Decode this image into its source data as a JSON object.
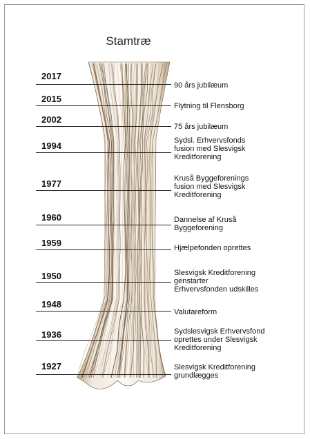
{
  "title": "Stamtræ",
  "timeline": [
    {
      "year": "2017",
      "event": "90 års jubilæum"
    },
    {
      "year": "2015",
      "event": "Flytning til Flensborg"
    },
    {
      "year": "2002",
      "event": "75 års jubilæum"
    },
    {
      "year": "1994",
      "event": "Sydsl. Erhvervsfonds\nfusion med Slesvigsk\nKreditforening"
    },
    {
      "year": "1977",
      "event": "Kruså Byggeforenings\nfusion med Slesvigsk\nKreditforening"
    },
    {
      "year": "1960",
      "event": "Dannelse af Kruså\nByggeforening"
    },
    {
      "year": "1959",
      "event": "Hjælpefonden oprettes"
    },
    {
      "year": "1950",
      "event": "Slesvigsk Kreditforening\ngenstarter\nErhvervsfonden udskilles"
    },
    {
      "year": "1948",
      "event": "Valutareform"
    },
    {
      "year": "1936",
      "event": "Sydslesvigsk Erhvervsfond\noprettes under Slesvigsk\nKreditforening"
    },
    {
      "year": "1927",
      "event": "Slesvigsk Kreditforening\ngrundlægges"
    }
  ],
  "colors": {
    "bark_dark": "#5b4226",
    "bark_mid": "#8a6a44",
    "bark_light": "#c9b79c"
  }
}
